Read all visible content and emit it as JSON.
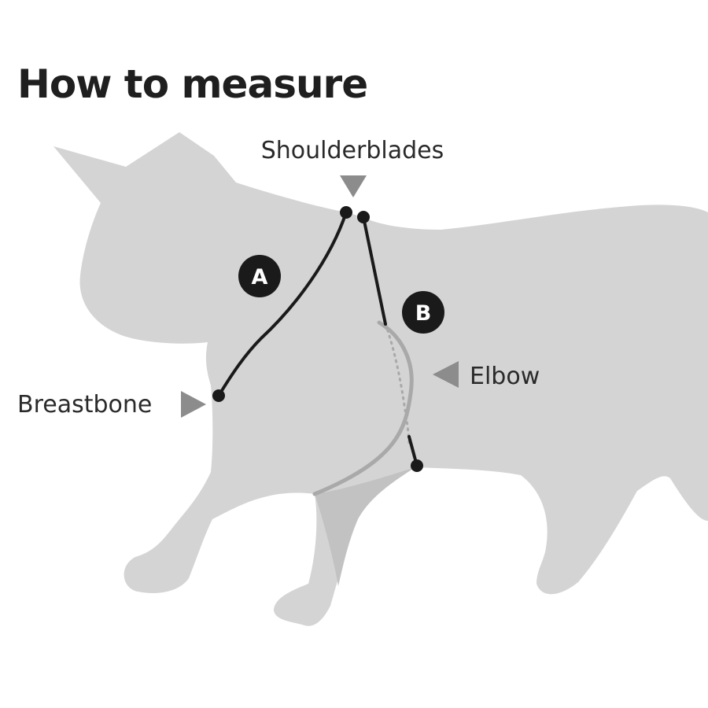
{
  "title": "How to measure",
  "labels": {
    "shoulderblades": "Shoulderblades",
    "breastbone": "Breastbone",
    "elbow": "Elbow"
  },
  "markers": {
    "a": "A",
    "b": "B"
  },
  "colors": {
    "cat_body": "#d4d4d4",
    "cat_leg_shade": "#c2c2c2",
    "elbow_curve": "#a9a9a9",
    "measure_line": "#1a1a1a",
    "pointer_arrow": "#8c8c8c",
    "title": "#1f1f1f"
  }
}
